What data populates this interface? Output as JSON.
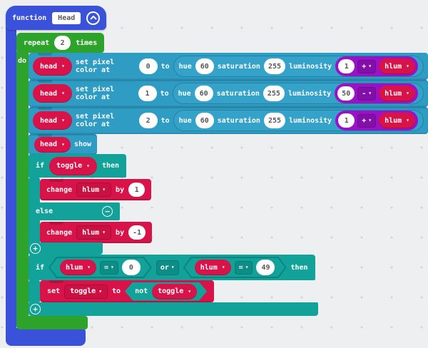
{
  "colors": {
    "background": "#edeff1",
    "function_blue": "#3a52d9",
    "loop_green": "#2ea32c",
    "neopixel_blue": "#2f9cc4",
    "logic_teal": "#12a29a",
    "variable_red": "#d8134a",
    "math_purple": "#9b11c9",
    "oval_text": "#575757"
  },
  "icons": {
    "dropdown": "▾",
    "plus": "+",
    "minus": "−"
  },
  "function_block": {
    "label": "function",
    "name_value": "Head"
  },
  "repeat_block": {
    "repeat_label": "repeat",
    "count": "2",
    "times_label": "times",
    "do_label": "do"
  },
  "pixel_rows": [
    {
      "device": "head",
      "action": "set pixel color at",
      "index": "0",
      "to": "to",
      "hue_label": "hue",
      "hue": "60",
      "saturation_label": "saturation",
      "saturation": "255",
      "luminosity_label": "luminosity",
      "operand": "1",
      "operator": "+",
      "variable": "hlum"
    },
    {
      "device": "head",
      "action": "set pixel color at",
      "index": "1",
      "to": "to",
      "hue_label": "hue",
      "hue": "60",
      "saturation_label": "saturation",
      "saturation": "255",
      "luminosity_label": "luminosity",
      "operand": "50",
      "operator": "-",
      "variable": "hlum"
    },
    {
      "device": "head",
      "action": "set pixel color at",
      "index": "2",
      "to": "to",
      "hue_label": "hue",
      "hue": "60",
      "saturation_label": "saturation",
      "saturation": "255",
      "luminosity_label": "luminosity",
      "operand": "1",
      "operator": "+",
      "variable": "hlum"
    }
  ],
  "show_row": {
    "device": "head",
    "action": "show"
  },
  "if_else_block": {
    "if_label": "if",
    "condition_variable": "toggle",
    "then_label": "then",
    "change_then": {
      "change_label": "change",
      "variable": "hlum",
      "by_label": "by",
      "value": "1"
    },
    "else_label": "else",
    "change_else": {
      "change_label": "change",
      "variable": "hlum",
      "by_label": "by",
      "value": "-1"
    }
  },
  "if_or_block": {
    "if_label": "if",
    "comparison_1": {
      "variable": "hlum",
      "operator": "=",
      "value": "0"
    },
    "or_label": "or",
    "comparison_2": {
      "variable": "hlum",
      "operator": "=",
      "value": "49"
    },
    "then_label": "then",
    "set_row": {
      "set_label": "set",
      "variable": "toggle",
      "to_label": "to",
      "not_label": "not",
      "not_variable": "toggle"
    }
  }
}
